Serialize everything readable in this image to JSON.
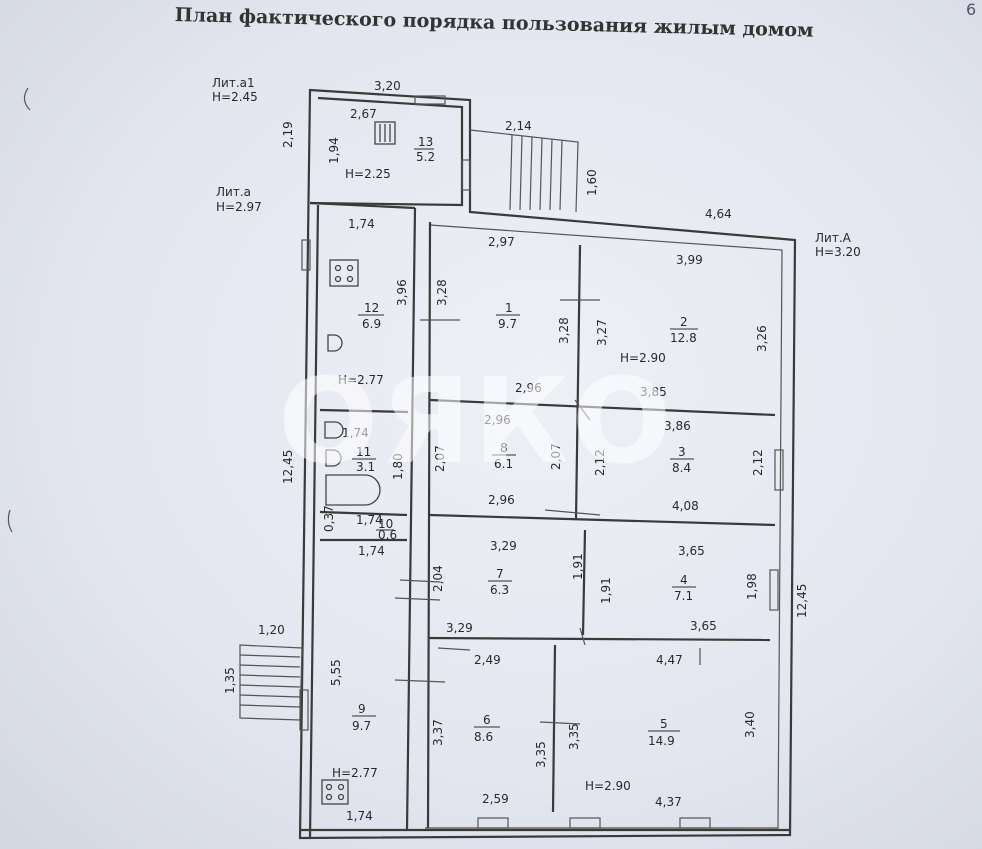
{
  "title": "План фактического порядка пользования жилым домом",
  "page_number": "6",
  "watermark": "ОЯКО",
  "litera": [
    {
      "name": "Лит.а1",
      "height": "Н=2.45"
    },
    {
      "name": "Лит.а",
      "height": "Н=2.97"
    },
    {
      "name": "Лит.А",
      "height": "Н=3.20"
    }
  ],
  "heights": {
    "room13": "Н=2.25",
    "room12": "Н=2.77",
    "room9": "Н=2.77",
    "center": "Н=2.90",
    "bottom": "Н=2.90"
  },
  "rooms": [
    {
      "num": "13",
      "area": "5.2"
    },
    {
      "num": "12",
      "area": "6.9"
    },
    {
      "num": "11",
      "area": "3.1"
    },
    {
      "num": "10",
      "area": "0.6"
    },
    {
      "num": "9",
      "area": "9.7"
    },
    {
      "num": "1",
      "area": "9.7"
    },
    {
      "num": "2",
      "area": "12.8"
    },
    {
      "num": "8",
      "area": "6.1"
    },
    {
      "num": "3",
      "area": "8.4"
    },
    {
      "num": "7",
      "area": "6.3"
    },
    {
      "num": "4",
      "area": "7.1"
    },
    {
      "num": "6",
      "area": "8.6"
    },
    {
      "num": "5",
      "area": "14.9"
    }
  ],
  "dims": {
    "top_320": "3,20",
    "left_219": "2,19",
    "r13_267": "2,67",
    "r13_194": "1,94",
    "porch_214": "2,14",
    "porch_160": "1,60",
    "top_464": "4,64",
    "r12_174": "1,74",
    "r12_396": "3,96",
    "r1_297": "2,97",
    "r1_328a": "3,28",
    "r1_328b": "3,28",
    "r2_399": "3,99",
    "r2_327": "3,27",
    "r2_326": "3,26",
    "r1_296": "2,96",
    "r2_385": "3,85",
    "r11_174": "1,74",
    "r8_296a": "2,96",
    "r3_386": "3,86",
    "left_1245": "12,45",
    "r11_180": "1,80",
    "r8_207a": "2,07",
    "r8_207b": "2,07",
    "r3_212a": "2,12",
    "r3_212b": "2,12",
    "r8_296b": "2,96",
    "r3_408": "4,08",
    "r10_037": "0,37",
    "r10_174": "1,74",
    "r9_174a": "1,74",
    "r7_329a": "3,29",
    "r4_365a": "3,65",
    "r7_204": "2,04",
    "r7_191": "1,91",
    "r4_191": "1,91",
    "r4_198": "1,98",
    "right_1245": "12,45",
    "porch2_120": "1,20",
    "r7_329b": "3,29",
    "r4_365b": "3,65",
    "porch2_135": "1,35",
    "r9_555": "5,55",
    "r6_249": "2,49",
    "r5_447": "4,47",
    "r6_337": "3,37",
    "r6_335": "3,35",
    "r5_335": "3,35",
    "r5_340": "3,40",
    "r6_259": "2,59",
    "r5_437": "4,37",
    "r9_174b": "1,74"
  }
}
